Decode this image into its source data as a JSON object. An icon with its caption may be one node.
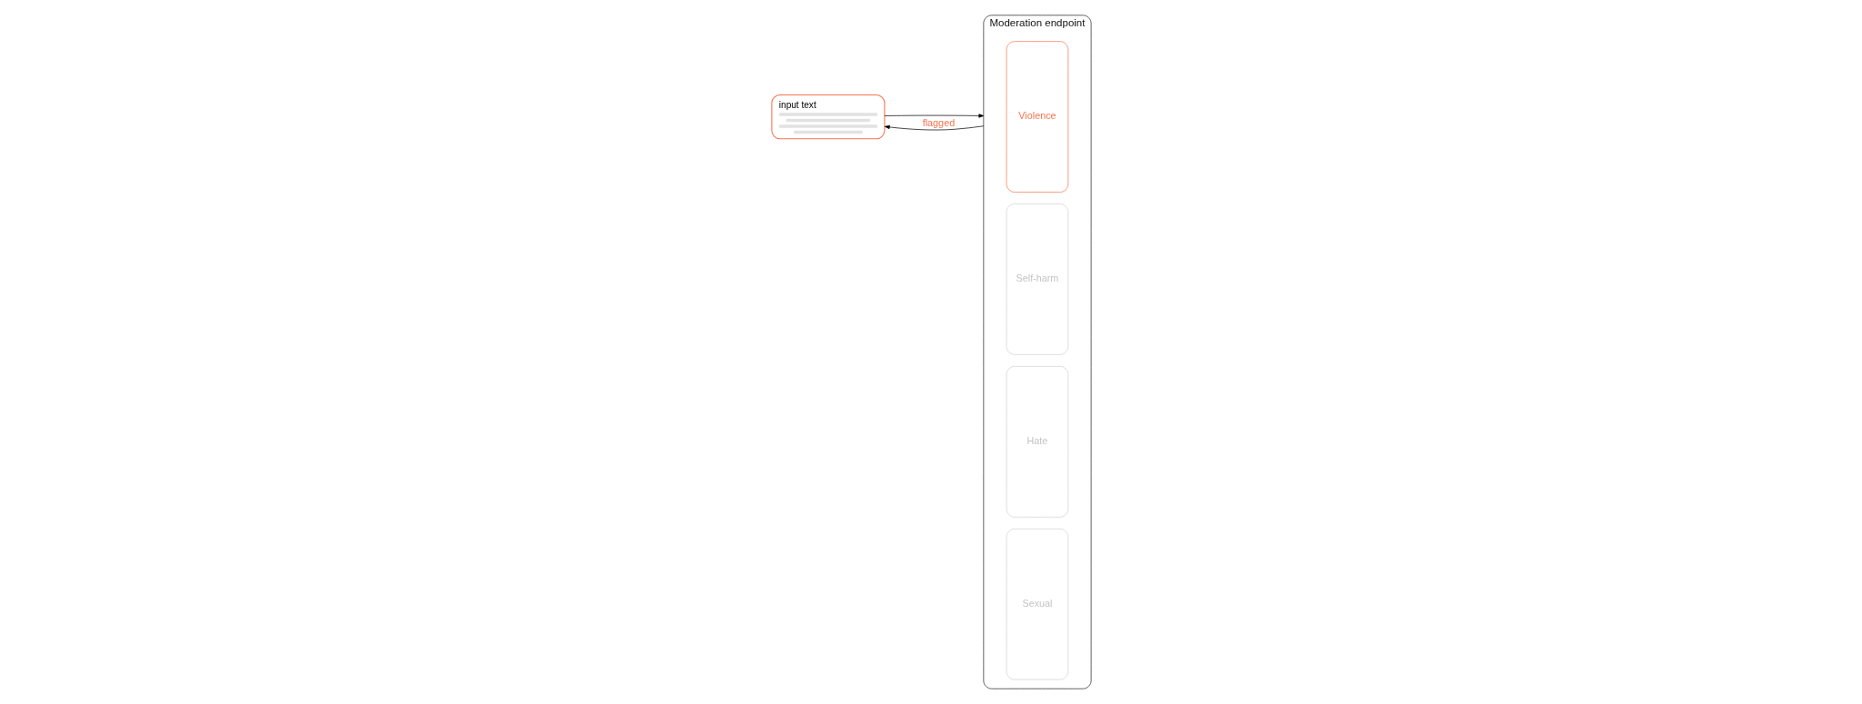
{
  "diagram": {
    "nodes": [
      {
        "text": [
          "input text"
        ]
      },
      {
        "text": [
          "Moderation endpoint"
        ]
      },
      {
        "text": [
          "Violence"
        ],
        "in": 1
      },
      {
        "text": [
          "Self-harm"
        ],
        "in": 1
      },
      {
        "text": [
          "Hate"
        ],
        "in": 1
      },
      {
        "text": [
          "Sexual"
        ],
        "in": 1
      }
    ],
    "edges": [
      {
        "from": 0,
        "to": 1,
        "arrow": "to"
      },
      {
        "from": 1,
        "to": 0,
        "arrow": "to",
        "label": "flagged"
      }
    ]
  }
}
